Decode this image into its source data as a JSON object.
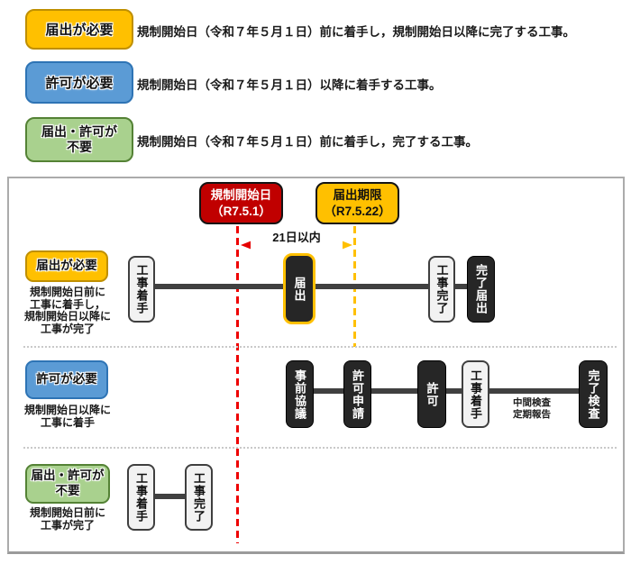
{
  "colors": {
    "yellow": "#FFC000",
    "yellow_border": "#BF8F00",
    "blue": "#5B9BD5",
    "blue_border": "#2E74B5",
    "green": "#A9D18E",
    "green_border": "#548235",
    "red_badge": "#C00000",
    "red_dash": "#EE0000",
    "dark_box": "#262626",
    "timeline": "#404040"
  },
  "legend": {
    "items": [
      {
        "label": "届出が必要",
        "desc": "規制開始日（令和７年５月１日）前に着手し，規制開始日以降に完了する工事。"
      },
      {
        "label": "許可が必要",
        "desc": "規制開始日（令和７年５月１日）以降に着手する工事。"
      },
      {
        "label": "届出・許可が\n不要",
        "desc": "規制開始日（令和７年５月１日）前に着手し，完了する工事。"
      }
    ]
  },
  "diagram": {
    "regulation_start_badge": "規制開始日\n（R7.5.1）",
    "deadline_badge": "届出期限\n（R7.5.22）",
    "interval_label": "21日以内",
    "rows": [
      {
        "label": "届出が必要",
        "desc": "規制開始日前に\n工事に着手し，\n規制開始日以降に\n工事が完了",
        "steps": [
          {
            "text": "工事着手"
          },
          {
            "text": "届出"
          },
          {
            "text": "工事完了"
          },
          {
            "text": "完了届出"
          }
        ]
      },
      {
        "label": "許可が必要",
        "desc": "規制開始日以降に\n工事に着手",
        "steps": [
          {
            "text": "事前協議"
          },
          {
            "text": "許可申請"
          },
          {
            "text": "許可"
          },
          {
            "text": "工事着手"
          },
          {
            "text": "完了検査"
          }
        ],
        "mid_note": "中間検査\n定期報告"
      },
      {
        "label": "届出・許可が\n不要",
        "desc": "規制開始日前に\n工事が完了",
        "steps": [
          {
            "text": "工事着手"
          },
          {
            "text": "工事完了"
          }
        ]
      }
    ]
  }
}
